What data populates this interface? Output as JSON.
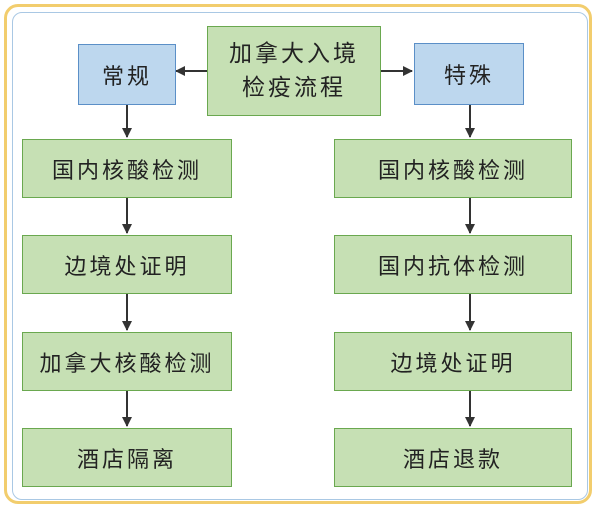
{
  "diagram": {
    "title": "加拿大入境\n检疫流程",
    "branches": {
      "regular": {
        "label": "常规",
        "steps": [
          "国内核酸检测",
          "边境处证明",
          "加拿大核酸检测",
          "酒店隔离"
        ]
      },
      "special": {
        "label": "特殊",
        "steps": [
          "国内核酸检测",
          "国内抗体检测",
          "边境处证明",
          "酒店退款"
        ]
      }
    },
    "colors": {
      "frame_outer": "#f2cd6d",
      "frame_inner": "#a9c8e4",
      "step_fill": "#c6e0b4",
      "step_border": "#6aa84f",
      "branch_fill": "#bdd7ee",
      "branch_border": "#5b8fc7",
      "arrow": "#333333"
    }
  }
}
